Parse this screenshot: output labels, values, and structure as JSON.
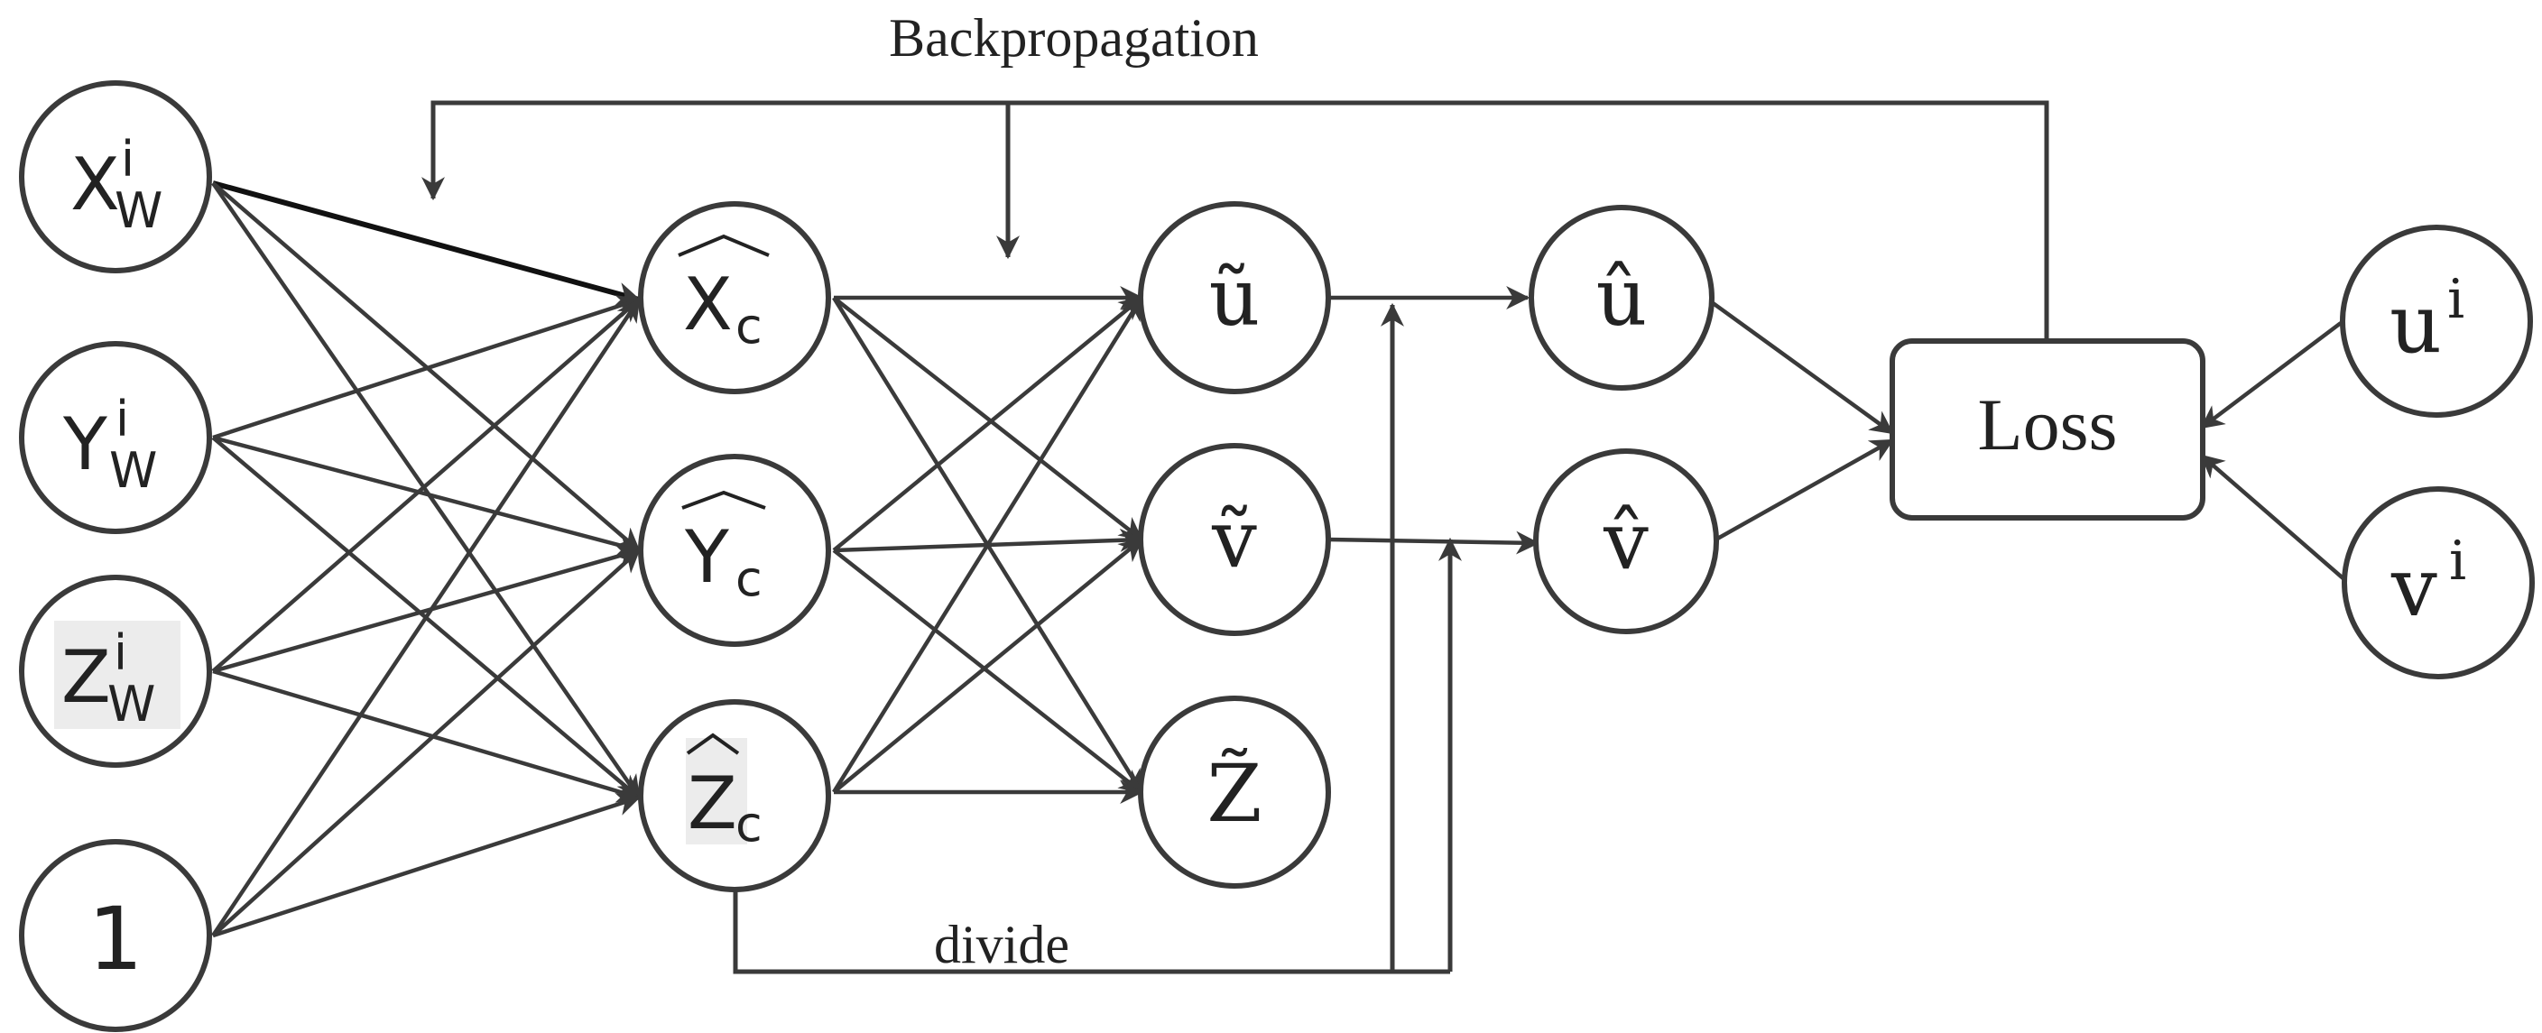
{
  "diagram": {
    "title": "Backpropagation",
    "divide_label": "divide",
    "loss_label": "Loss",
    "inputs": [
      {
        "id": "xw",
        "base": "X",
        "sup": "i",
        "sub": "W"
      },
      {
        "id": "yw",
        "base": "Y",
        "sup": "i",
        "sub": "W"
      },
      {
        "id": "zw",
        "base": "Z",
        "sup": "i",
        "sub": "W"
      },
      {
        "id": "one",
        "base": "1"
      }
    ],
    "camera": [
      {
        "id": "xc",
        "base": "X",
        "sub": "c",
        "accent": "̂"
      },
      {
        "id": "yc",
        "base": "Y",
        "sub": "c",
        "accent": "̂"
      },
      {
        "id": "zc",
        "base": "Z",
        "sub": "c",
        "accent": "̂"
      }
    ],
    "projected": [
      {
        "id": "ut",
        "base": "ũ"
      },
      {
        "id": "vt",
        "base": "ṽ"
      },
      {
        "id": "zt",
        "base": "Z̃"
      }
    ],
    "normalized": [
      {
        "id": "uh",
        "base": "û"
      },
      {
        "id": "vh",
        "base": "v̂"
      }
    ],
    "targets": [
      {
        "id": "ui",
        "base": "u",
        "sup": "i"
      },
      {
        "id": "vi",
        "base": "v",
        "sup": "i"
      }
    ]
  }
}
